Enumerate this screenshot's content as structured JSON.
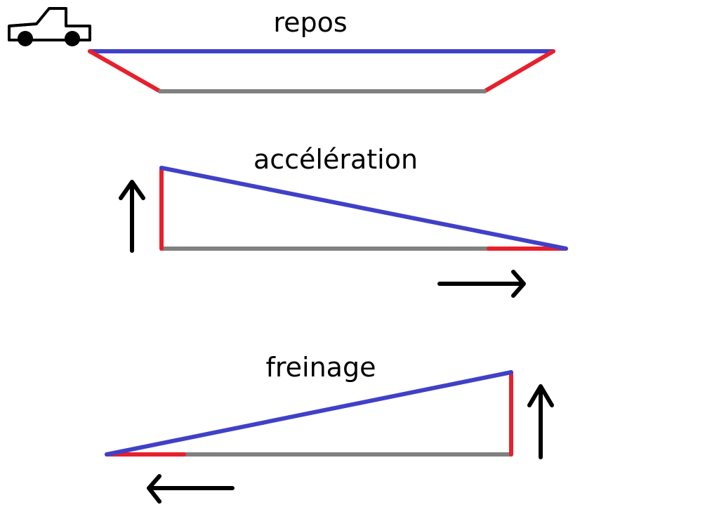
{
  "labels": {
    "rest": "repos",
    "acceleration": "accélération",
    "braking": "freinage"
  },
  "colors": {
    "top_bar": "#4040c8",
    "suspension": "#e8202c",
    "ground": "#808080",
    "arrow": "#000000"
  },
  "icons": {
    "vehicle": "car-icon"
  }
}
